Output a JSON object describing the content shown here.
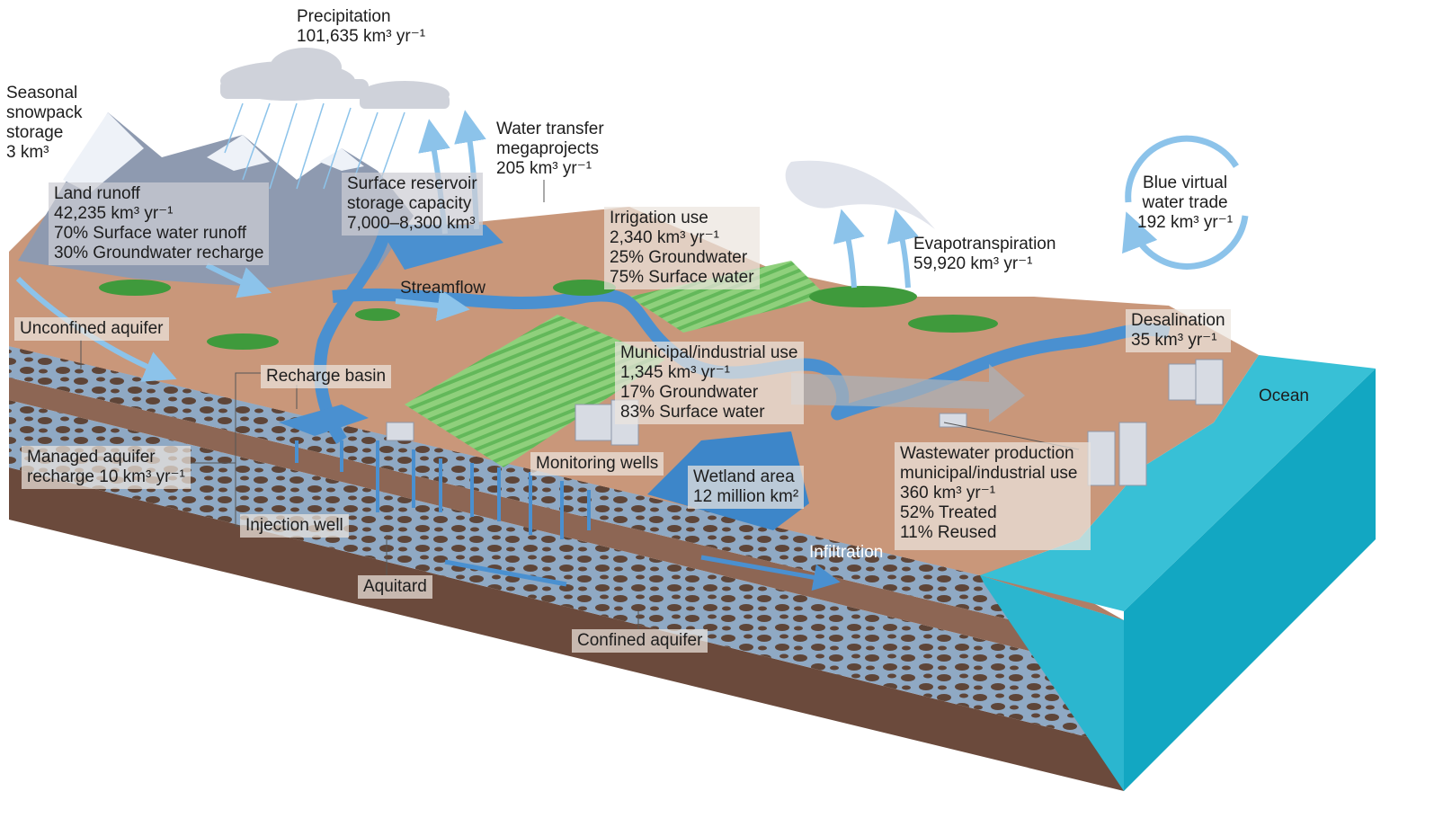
{
  "title": "Global water cycle and human water use",
  "labels": {
    "precipitation": {
      "title": "Precipitation",
      "value": "101,635 km³ yr⁻¹"
    },
    "snowpack": {
      "l1": "Seasonal",
      "l2": "snowpack",
      "l3": "storage",
      "l4": "3 km³"
    },
    "land_runoff": {
      "title": "Land runoff",
      "value": "42,235 km³ yr⁻¹",
      "l3": "70% Surface water runoff",
      "l4": "30% Groundwater recharge"
    },
    "reservoir": {
      "l1": "Surface reservoir",
      "l2": "storage capacity",
      "l3": "7,000–8,300 km³"
    },
    "transfer": {
      "l1": "Water transfer",
      "l2": "megaprojects",
      "l3": "205 km³ yr⁻¹"
    },
    "irrigation": {
      "title": "Irrigation use",
      "value": "2,340 km³ yr⁻¹",
      "l3": "25% Groundwater",
      "l4": "75% Surface water"
    },
    "evapotranspiration": {
      "title": "Evapotranspiration",
      "value": "59,920 km³ yr⁻¹"
    },
    "virtual_trade": {
      "l1": "Blue virtual",
      "l2": "water trade",
      "l3": "192 km³ yr⁻¹"
    },
    "streamflow": "Streamflow",
    "unconfined": "Unconfined aquifer",
    "recharge_basin": "Recharge basin",
    "municipal": {
      "title": "Municipal/industrial use",
      "value": "1,345 km³ yr⁻¹",
      "l3": "17% Groundwater",
      "l4": "83% Surface water"
    },
    "desalination": {
      "title": "Desalination",
      "value": "35 km³ yr⁻¹"
    },
    "ocean": "Ocean",
    "managed_recharge": {
      "l1": "Managed aquifer",
      "l2": "recharge 10 km³ yr⁻¹"
    },
    "monitoring_wells": "Monitoring wells",
    "wetland": {
      "l1": "Wetland area",
      "l2": "12 million km²"
    },
    "wastewater": {
      "l1": "Wastewater production",
      "l2": "municipal/industrial use",
      "l3": "360 km³ yr⁻¹",
      "l4": "52% Treated",
      "l5": "11% Reused"
    },
    "injection_well": "Injection well",
    "infiltration": "Infiltration",
    "aquitard": "Aquitard",
    "confined": "Confined aquifer"
  },
  "colors": {
    "water": "#4a90d0",
    "arrow": "#8cc3ea",
    "soil": "#c9977a",
    "bedrock": "#6b4a3c",
    "ocean": "#2fb8d0",
    "green": "#7cc46c"
  }
}
